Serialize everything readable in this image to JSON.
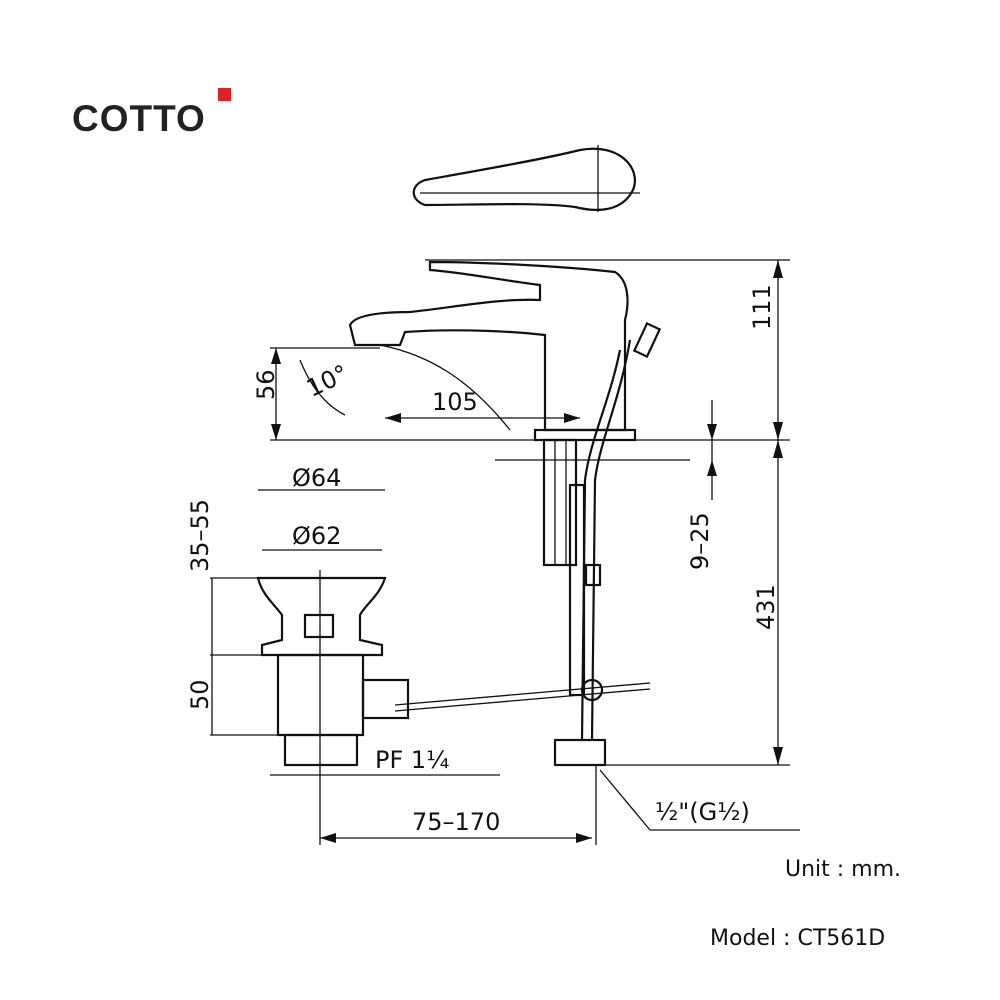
{
  "brand": {
    "name": "COTTO",
    "accent_color": "#e31e24"
  },
  "dimensions": {
    "height_handle": "111",
    "spout_height": "56",
    "spout_angle": "10°",
    "spout_reach": "105",
    "drain_outer_diameter": "Ø64",
    "drain_inner_diameter": "Ø62",
    "drain_range": "35–55",
    "counter_thickness": "9–25",
    "hose_length": "431",
    "drain_body": "50",
    "drain_thread": "PF 1¼",
    "rod_distance": "75–170",
    "connection": "½\"(G½)"
  },
  "footer": {
    "unit": "Unit : mm.",
    "model": "Model : CT561D"
  }
}
